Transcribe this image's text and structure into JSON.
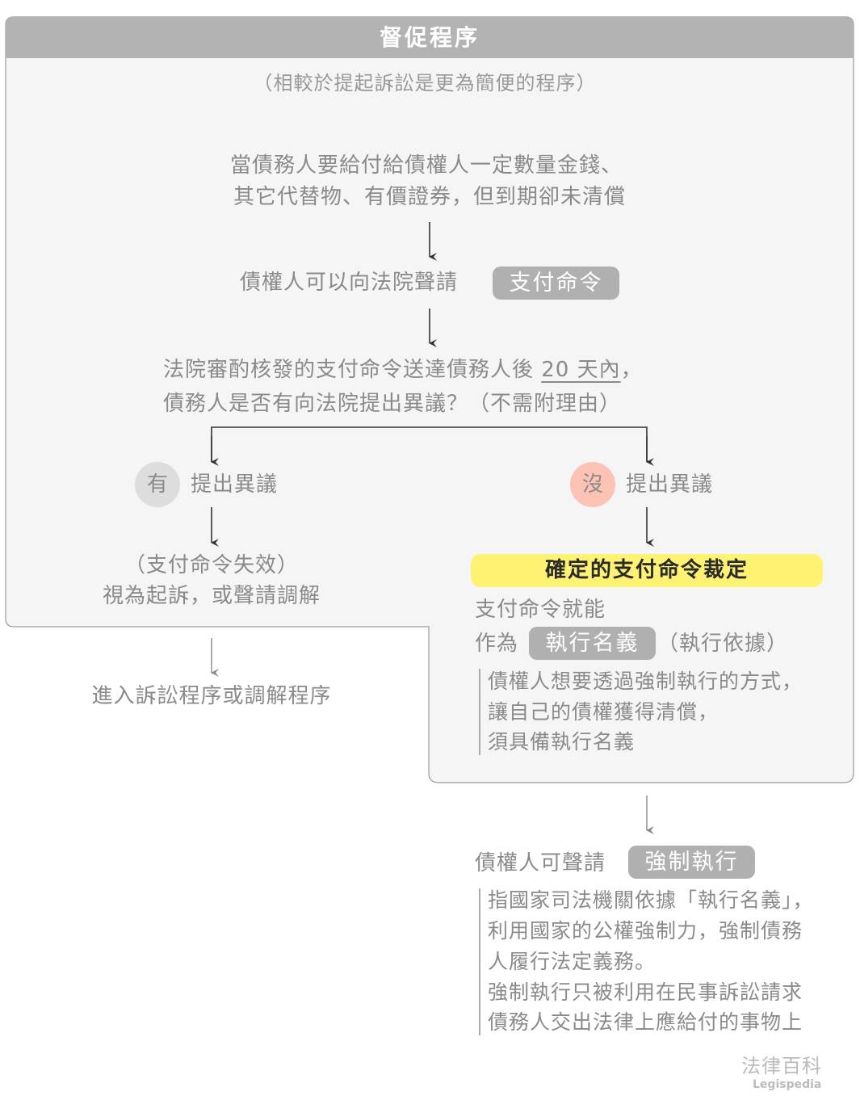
{
  "title": "督促程序",
  "subtitle": "（相較於提起訴訟是更為簡便的程序）",
  "condition": {
    "line1": "當債務人要給付給債權人一定數量金錢、",
    "line2": "其它代替物、有價證券，但到期卻未清償"
  },
  "apply": {
    "text": "債權人可以向法院聲請",
    "badge": "支付命令"
  },
  "question": {
    "line1_prefix": "法院審酌核發的支付命令送達債務人後 ",
    "line1_highlight": "20 天內",
    "line1_suffix": "，",
    "line2": "債務人是否有向法院提出異議？（不需附理由）"
  },
  "branch_yes": {
    "circle": "有",
    "label": "提出異議",
    "result_line1": "（支付命令失效）",
    "result_line2": "視為起訴，或聲請調解",
    "next": "進入訴訟程序或調解程序"
  },
  "branch_no": {
    "circle": "沒",
    "label": "提出異議",
    "highlight": "確定的支付命令裁定",
    "line1": "支付命令就能",
    "line2_prefix": "作為",
    "line2_badge": "執行名義",
    "line2_suffix": "（執行依據）",
    "note": [
      "債權人想要透過強制執行的方式，",
      "讓自己的債權獲得清償，",
      "須具備執行名義"
    ]
  },
  "enforcement": {
    "text": "債權人可聲請",
    "badge": "強制執行",
    "note": [
      "指國家司法機關依據「執行名義」，",
      "利用國家的公權強制力，強制債務",
      "人履行法定義務。",
      "強制執行只被利用在民事訴訟請求",
      "債務人交出法律上應給付的事物上"
    ]
  },
  "logo": {
    "zh": "法律百科",
    "en": "Legispedia"
  },
  "colors": {
    "header": "#b3b3b3",
    "panel": "#f5f5f5",
    "text": "#8a8a8a",
    "highlight": "#fdf272",
    "no_circle": "#fcc2b4",
    "yes_circle": "#dddddd"
  }
}
